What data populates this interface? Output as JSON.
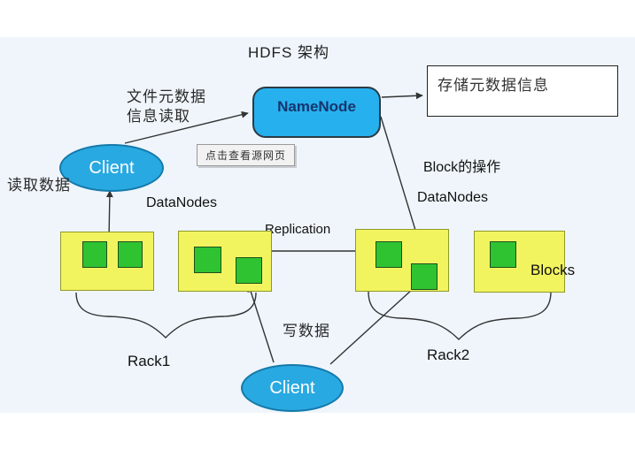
{
  "title": "HDFS 架构",
  "nodes": {
    "namenode": "NameNode",
    "client_top": "Client",
    "client_bottom": "Client",
    "metadata_store": "存储元数据信息",
    "tooltip": "点击查看源网页"
  },
  "labels": {
    "file_metadata_line1": "文件元数据",
    "file_metadata_line2": "信息读取",
    "read_data": "读取数据",
    "datanodes": "DataNodes",
    "block_operation": "Block的操作",
    "replication": "Replication",
    "write_data": "写数据",
    "rack1": "Rack1",
    "rack2": "Rack2",
    "blocks": "Blocks"
  },
  "racks": [
    {
      "name": "rack1-node",
      "block_count": 2
    },
    {
      "name": "rack1-node-2",
      "block_count": 2
    },
    {
      "name": "rack2-node",
      "block_count": 2
    },
    {
      "name": "rack2-node-2",
      "block_count": 1
    }
  ],
  "colors": {
    "panel_background": "#eff5fb",
    "node_fill": "#27b0ee",
    "node_text": "#16356e",
    "client_fill": "#29a9e1",
    "rack_fill": "#f2f45f",
    "rack_border": "#8f9a29",
    "block_fill": "#2fc331",
    "line": "#333333"
  }
}
